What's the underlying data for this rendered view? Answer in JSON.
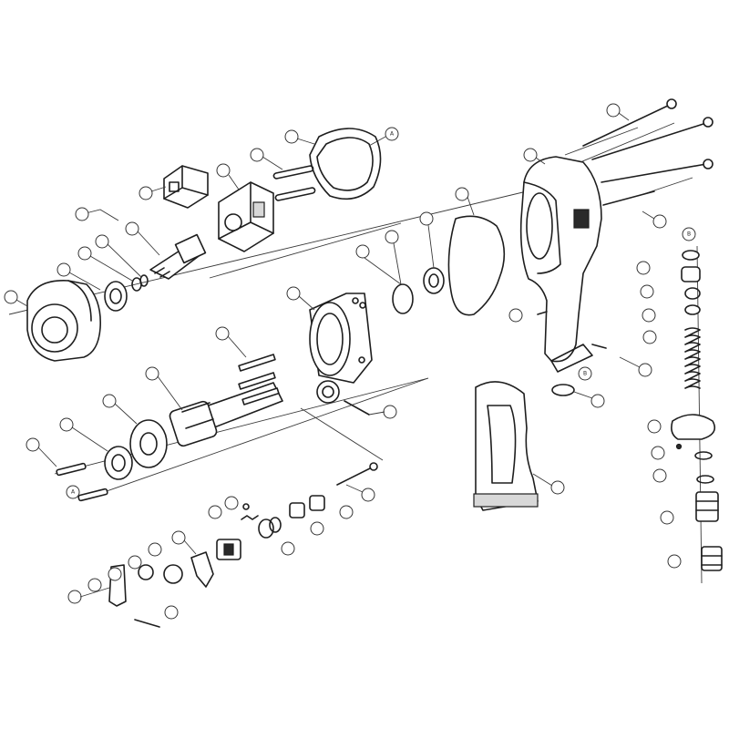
{
  "callouts": [
    {
      "label": "A"
    },
    {
      "label": "B"
    },
    {
      "label": "A"
    },
    {
      "label": "B"
    }
  ]
}
